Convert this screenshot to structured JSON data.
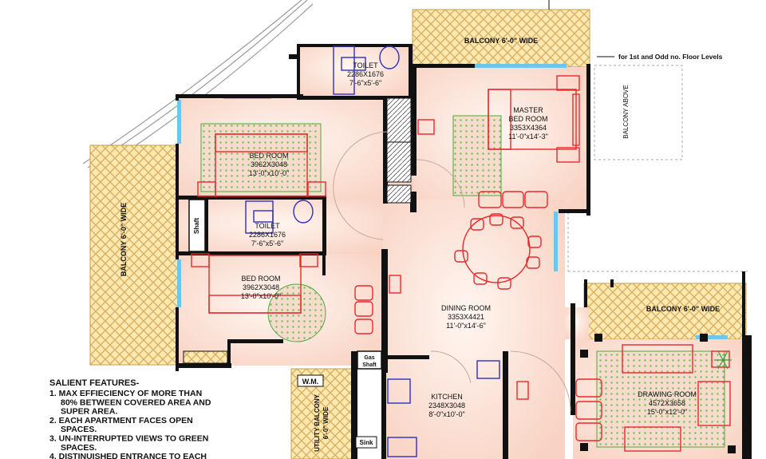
{
  "rooms": {
    "toilet_top": {
      "name": "TOILET",
      "size_mm": "2286X1676",
      "size_ft": "7'-6\"x5'-6\""
    },
    "master": {
      "name_1": "MASTER",
      "name_2": "BED ROOM",
      "size_mm": "3353X4364",
      "size_ft": "11'-0\"x14'-3\""
    },
    "bed1": {
      "name": "BED ROOM",
      "size_mm": "3962X3048",
      "size_ft": "13'-0\"x10'-0\""
    },
    "toilet_mid": {
      "name": "TOILET",
      "size_mm": "2286X1676",
      "size_ft": "7'-6\"x5'-6\""
    },
    "bed2": {
      "name": "BED ROOM",
      "size_mm": "3962X3048",
      "size_ft": "13'-0\"x10'-0\""
    },
    "dining": {
      "name": "DINING ROOM",
      "size_mm": "3353X4421",
      "size_ft": "11'-0\"x14'-6\""
    },
    "kitchen": {
      "name": "KITCHEN",
      "size_mm": "2348X3048",
      "size_ft": "8'-0\"x10'-0\""
    },
    "drawing": {
      "name": "DRAWING ROOM",
      "size_mm": "4572X3658",
      "size_ft": "15'-0\"x12'-0\""
    }
  },
  "labels": {
    "balcony_top": "BALCONY 6'-0\" WIDE",
    "balcony_left": "BALCONY 6'-0\" WIDE",
    "balcony_right": "BALCONY 6'-0\" WIDE",
    "balcony_above": "BALCONY ABOVE",
    "floor_note": "for 1st and Odd no. Floor Levels",
    "shaft": "Shaft",
    "gas_1": "Gas",
    "gas_2": "Shaft",
    "wm": "W.M.",
    "utility_1": "UTILITY BALCONY",
    "utility_2": "6'-0\" WIDE",
    "sink": "Sink"
  },
  "features": {
    "title": "SALIENT FEATURES-",
    "lines": [
      "1. MAX EFFIECIENCY OF MORE THAN",
      "80% BETWEEN COVERED AREA AND",
      "SUPER AREA.",
      "2. EACH APARTMENT FACES OPEN",
      "SPACES.",
      "3. UN-INTERRUPTED VIEWS TO GREEN",
      "SPACES.",
      "4. DISTINUISHED ENTRANCE TO EACH"
    ]
  },
  "colors": {
    "floor": "#fbe0d4",
    "wall": "#111111",
    "furniture": "#e8292b",
    "balcony_fill": "#fde9b0",
    "balcony_line": "#e0b870",
    "glass": "#6ec6e8",
    "rug": "#5cb85c",
    "fixture": "#2f2fbf"
  }
}
